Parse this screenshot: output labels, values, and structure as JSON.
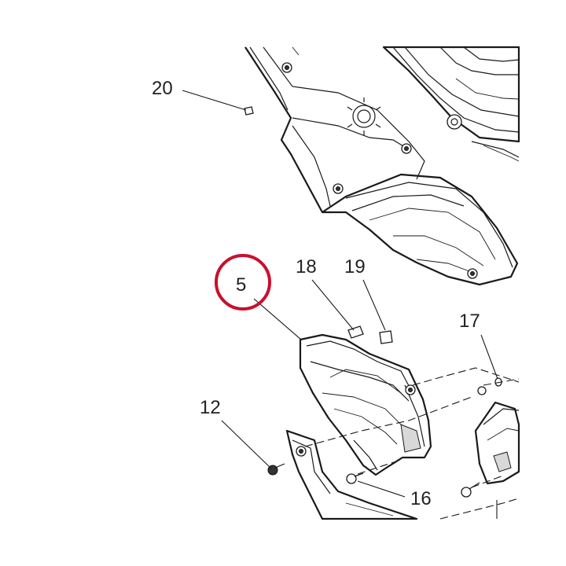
{
  "callouts": {
    "c20": "20",
    "c18": "18",
    "c19": "19",
    "c5": "5",
    "c17": "17",
    "c12": "12",
    "c16": "16"
  },
  "highlight": {
    "callout": "5",
    "color": "#c8102e"
  }
}
